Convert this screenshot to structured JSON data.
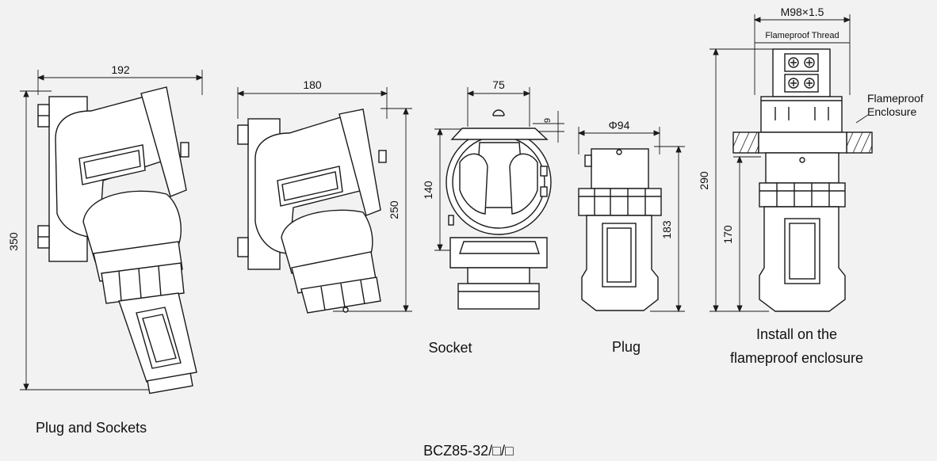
{
  "dimensions": {
    "view1_width": "192",
    "view1_height": "350",
    "view2_width": "180",
    "view2_height": "250",
    "socket_width": "75",
    "socket_height": "140",
    "socket_top": "9",
    "plug_diameter": "Φ94",
    "plug_height": "183",
    "thread": "M98×1.5",
    "install_total": "290",
    "install_lower": "170"
  },
  "labels": {
    "thread_note": "Flameproof Thread",
    "enclosure_note_1": "Flameproof",
    "enclosure_note_2": "Enclosure"
  },
  "captions": {
    "plug_and_sockets": "Plug and Sockets",
    "socket": "Socket",
    "plug": "Plug",
    "install_1": "Install on the",
    "install_2": "flameproof enclosure",
    "model": "BCZ85-32/□/□"
  },
  "colors": {
    "line": "#1a1a1a",
    "background": "#f2f2f3",
    "fill": "#ffffff"
  }
}
